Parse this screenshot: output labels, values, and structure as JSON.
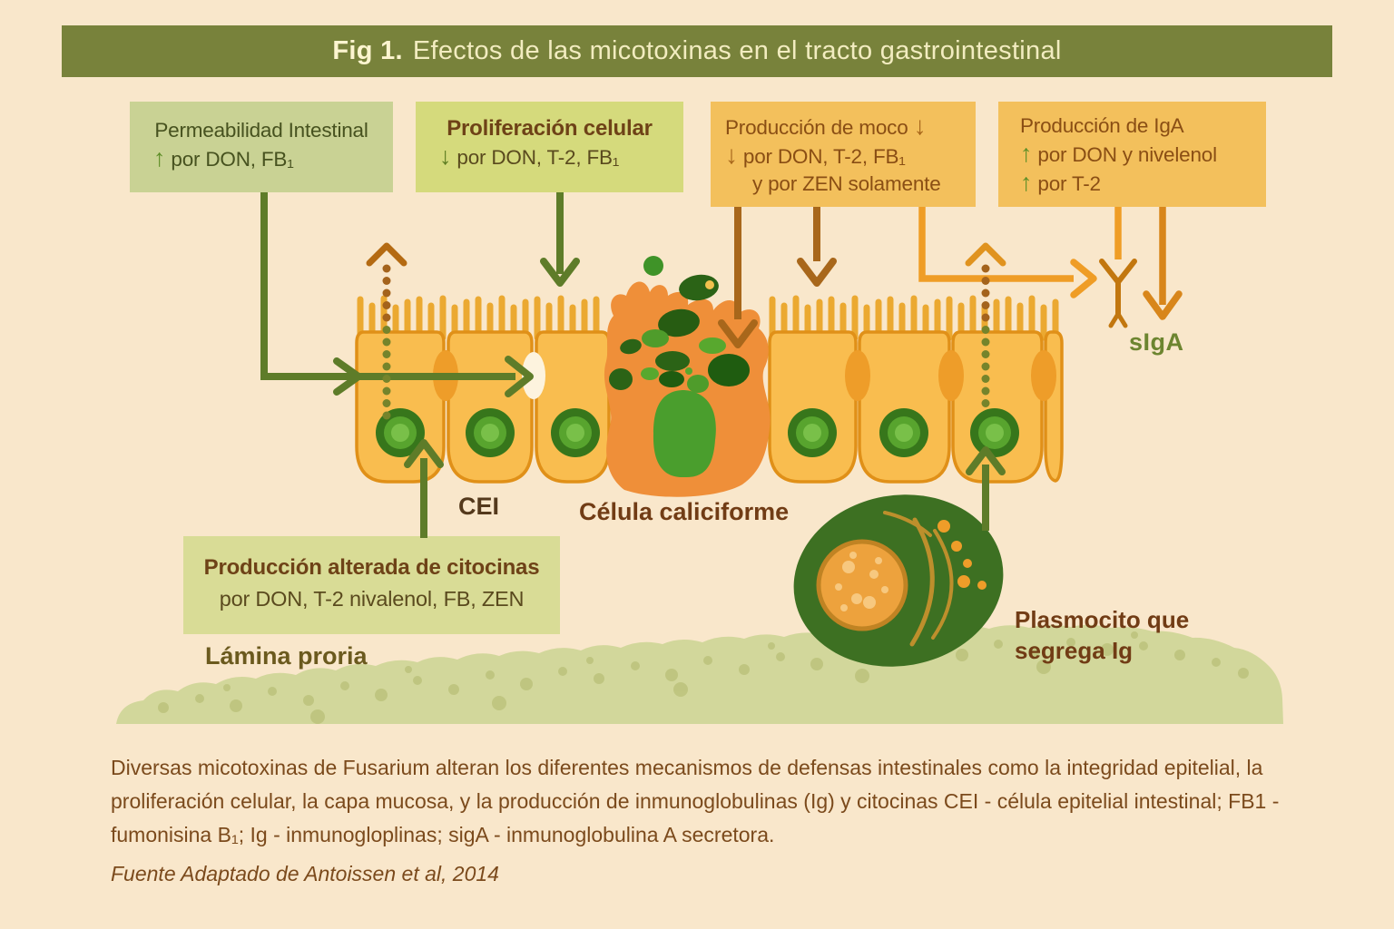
{
  "figure": {
    "title_prefix": "Fig 1.",
    "title_text": "Efectos de las micotoxinas en el tracto gastrointestinal"
  },
  "boxes": {
    "permeabilidad": {
      "line1": "Permeabilidad Intestinal",
      "arrow2": "↑",
      "line2": "por DON, FB₁"
    },
    "proliferacion": {
      "line1": "Proliferación celular",
      "arrow2": "↓",
      "line2": "por DON, T-2, FB₁"
    },
    "moco": {
      "line1": "Producción de moco",
      "arrow1": "↓",
      "arrow2": "↓",
      "line2": "por DON, T-2, FB₁",
      "line3": "y por ZEN solamente"
    },
    "iga": {
      "line1": "Producción de IgA",
      "arrow2": "↑",
      "line2": "por DON y nivelenol",
      "arrow3": "↑",
      "line3": "por T-2"
    },
    "citocinas": {
      "line1": "Producción alterada de citocinas",
      "line2": "por DON, T-2 nivalenol, FB, ZEN"
    }
  },
  "labels": {
    "cei": "CEI",
    "goblet": "Célula caliciforme",
    "siga": "sIgA",
    "lamina": "Lámina proria",
    "plasmocito": "Plasmocito que segrega Ig"
  },
  "caption": "Diversas micotoxinas de Fusarium alteran los diferentes mecanismos de defensas intestinales como la integridad epitelial, la proliferación celular, la capa mucosa, y la producción de inmunoglobulinas (Ig) y citocinas CEI - célula epitelial intestinal; FB1 - fumonisina B₁; Ig - inmunogloplinas; sigA - inmunoglobulina A secretora.",
  "source": "Fuente Adaptado de Antoissen et al, 2014",
  "colors": {
    "background": "#f9e7cb",
    "title_bar": "#78823b",
    "box_green_light": "#c9d294",
    "box_green_yellow": "#d5da7c",
    "box_orange": "#f3c05c",
    "box_cytokines": "#d9dc96",
    "arrow_green": "#5e7c29",
    "arrow_brown": "#a8671b",
    "arrow_orange": "#ef9d26",
    "cell_fill": "#f9bd4f",
    "goblet_fill": "#ef8f39",
    "nucleus_green": "#58a42e",
    "plasmocyte_green": "#3d7022",
    "mound_green": "#d2d79b",
    "text_brown": "#7b4a1c"
  }
}
